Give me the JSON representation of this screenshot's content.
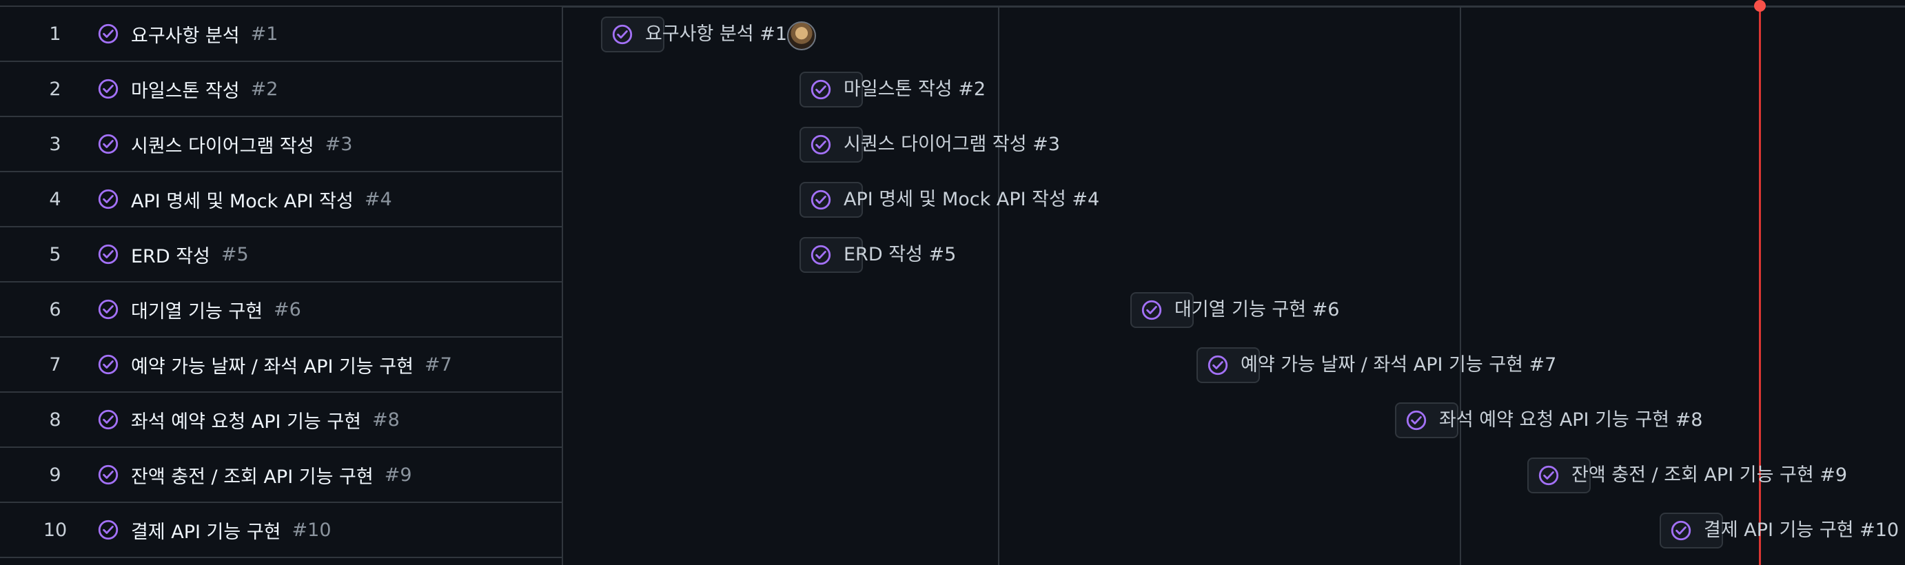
{
  "accent_color": "#a371f7",
  "today_color": "#f85149",
  "icons": {
    "done": "check-circle-icon"
  },
  "rows": [
    {
      "index": "1",
      "title": "요구사항 분석",
      "number": "#1",
      "bar_label": "요구사항 분석 #1"
    },
    {
      "index": "2",
      "title": "마일스톤 작성",
      "number": "#2",
      "bar_label": "마일스톤 작성 #2"
    },
    {
      "index": "3",
      "title": "시퀀스 다이어그램 작성",
      "number": "#3",
      "bar_label": "시퀀스 다이어그램 작성 #3"
    },
    {
      "index": "4",
      "title": "API 명세 및 Mock API 작성",
      "number": "#4",
      "bar_label": "API 명세 및 Mock API 작성 #4"
    },
    {
      "index": "5",
      "title": "ERD 작성",
      "number": "#5",
      "bar_label": "ERD 작성 #5"
    },
    {
      "index": "6",
      "title": "대기열 기능 구현",
      "number": "#6",
      "bar_label": "대기열 기능 구현 #6"
    },
    {
      "index": "7",
      "title": "예약 가능 날짜 / 좌석 API 기능 구현",
      "number": "#7",
      "bar_label": "예약 가능 날짜 / 좌석 API 기능 구현 #7"
    },
    {
      "index": "8",
      "title": "좌석 예약 요청 API 기능 구현",
      "number": "#8",
      "bar_label": "좌석 예약 요청 API 기능 구현 #8"
    },
    {
      "index": "9",
      "title": "잔액 충전 / 조회 API 기능 구현",
      "number": "#9",
      "bar_label": "잔액 충전 / 조회 API 기능 구현 #9"
    },
    {
      "index": "10",
      "title": "결제 API 기능 구현",
      "number": "#10",
      "bar_label": "결제 API 기능 구현 #10"
    }
  ]
}
